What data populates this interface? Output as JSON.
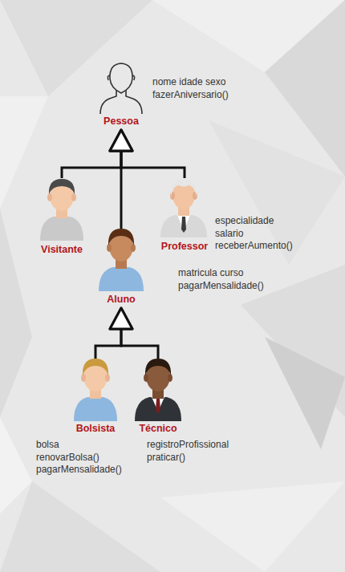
{
  "diagram": {
    "nodes": [
      {
        "text": [
          "Pessoa",
          "nome idade sexo fazerAniversario()"
        ]
      },
      {
        "text": [
          "Visitante"
        ]
      },
      {
        "text": [
          "Professor",
          "especialidade salario receberAumento()"
        ]
      },
      {
        "text": [
          "Aluno",
          "matricula curso pagarMensalidade()"
        ]
      },
      {
        "text": [
          "Bolsista",
          "bolsa renovarBolsa() pagarMensalidade()"
        ]
      },
      {
        "text": [
          "Técnico",
          "registroProfissional praticar()"
        ]
      }
    ],
    "edges": [
      {
        "from": 1,
        "to": 0,
        "arrow": "to"
      },
      {
        "from": 3,
        "to": 0,
        "arrow": "to"
      },
      {
        "from": 2,
        "to": 0,
        "arrow": "to"
      },
      {
        "from": 4,
        "to": 3,
        "arrow": "to"
      },
      {
        "from": 5,
        "to": 3,
        "arrow": "to"
      }
    ]
  }
}
